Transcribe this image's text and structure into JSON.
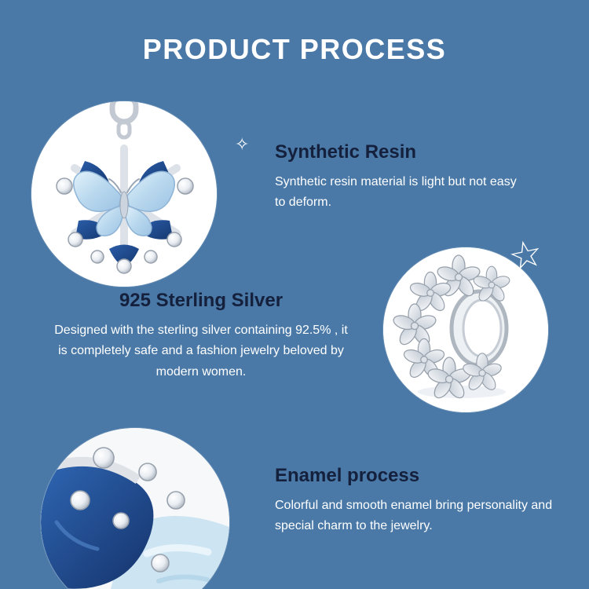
{
  "page": {
    "title": "PRODUCT PROCESS",
    "background_color": "#4a79a7",
    "heading_color": "#14203c",
    "body_text_color": "#ffffff"
  },
  "sections": {
    "resin": {
      "heading": "Synthetic Resin",
      "body": "Synthetic resin material is light but not easy to deform."
    },
    "silver": {
      "heading": "925 Sterling Silver",
      "body": "Designed with the sterling silver containing 92.5% , it is completely safe and a fashion jewelry beloved by modern women."
    },
    "enamel": {
      "heading": "Enamel process",
      "body": "Colorful and smooth enamel bring personality and special charm to the jewelry."
    }
  },
  "photos": {
    "butterfly": "blue butterfly charm with snowflake enamel frame and crystals",
    "flowers": "sterling silver flower spacer bead",
    "enamel_detail": "close-up of blue enamel surface with crystals"
  },
  "icons": {
    "sparkle": "✧",
    "star": "☆"
  }
}
